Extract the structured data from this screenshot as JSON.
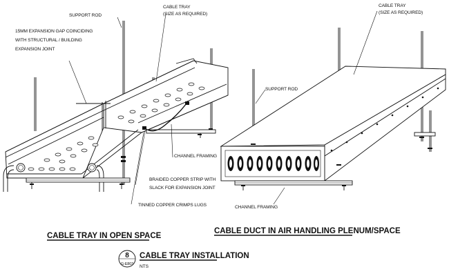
{
  "left_view": {
    "title": "CABLE TRAY IN OPEN SPACE",
    "labels": {
      "support_rod": "SUPPORT ROD",
      "cable_tray_line1": "CABLE TRAY",
      "cable_tray_line2": "(SIZE AS REQUIRED)",
      "expansion_line1": "15MM EXPANSION GAP COINCIDING",
      "expansion_line2": "WITH STRUCTURAL / BUILDING",
      "expansion_line3": "EXPANSION JOINT",
      "channel_framing": "CHANNEL FRAMING",
      "braided_line1": "BRAIDED COPPER STRIP WITH",
      "braided_line2": "SLACK FOR EXPANSION JOINT",
      "crimps": "TINNED COPPER CRIMPS LUGS"
    }
  },
  "right_view": {
    "title": "CABLE DUCT IN AIR HANDLING PLENUM/SPACE",
    "labels": {
      "cable_tray_line1": "CABLE TRAY",
      "cable_tray_line2": "(SIZE AS REQUIRED)",
      "support_rod": "SUPPORT ROD",
      "channel_framing": "CHANNEL FRAMING"
    }
  },
  "detail": {
    "number": "8",
    "sheet": "G-E803",
    "title": "CABLE TRAY INSTALLATION",
    "scale": "NTS"
  }
}
